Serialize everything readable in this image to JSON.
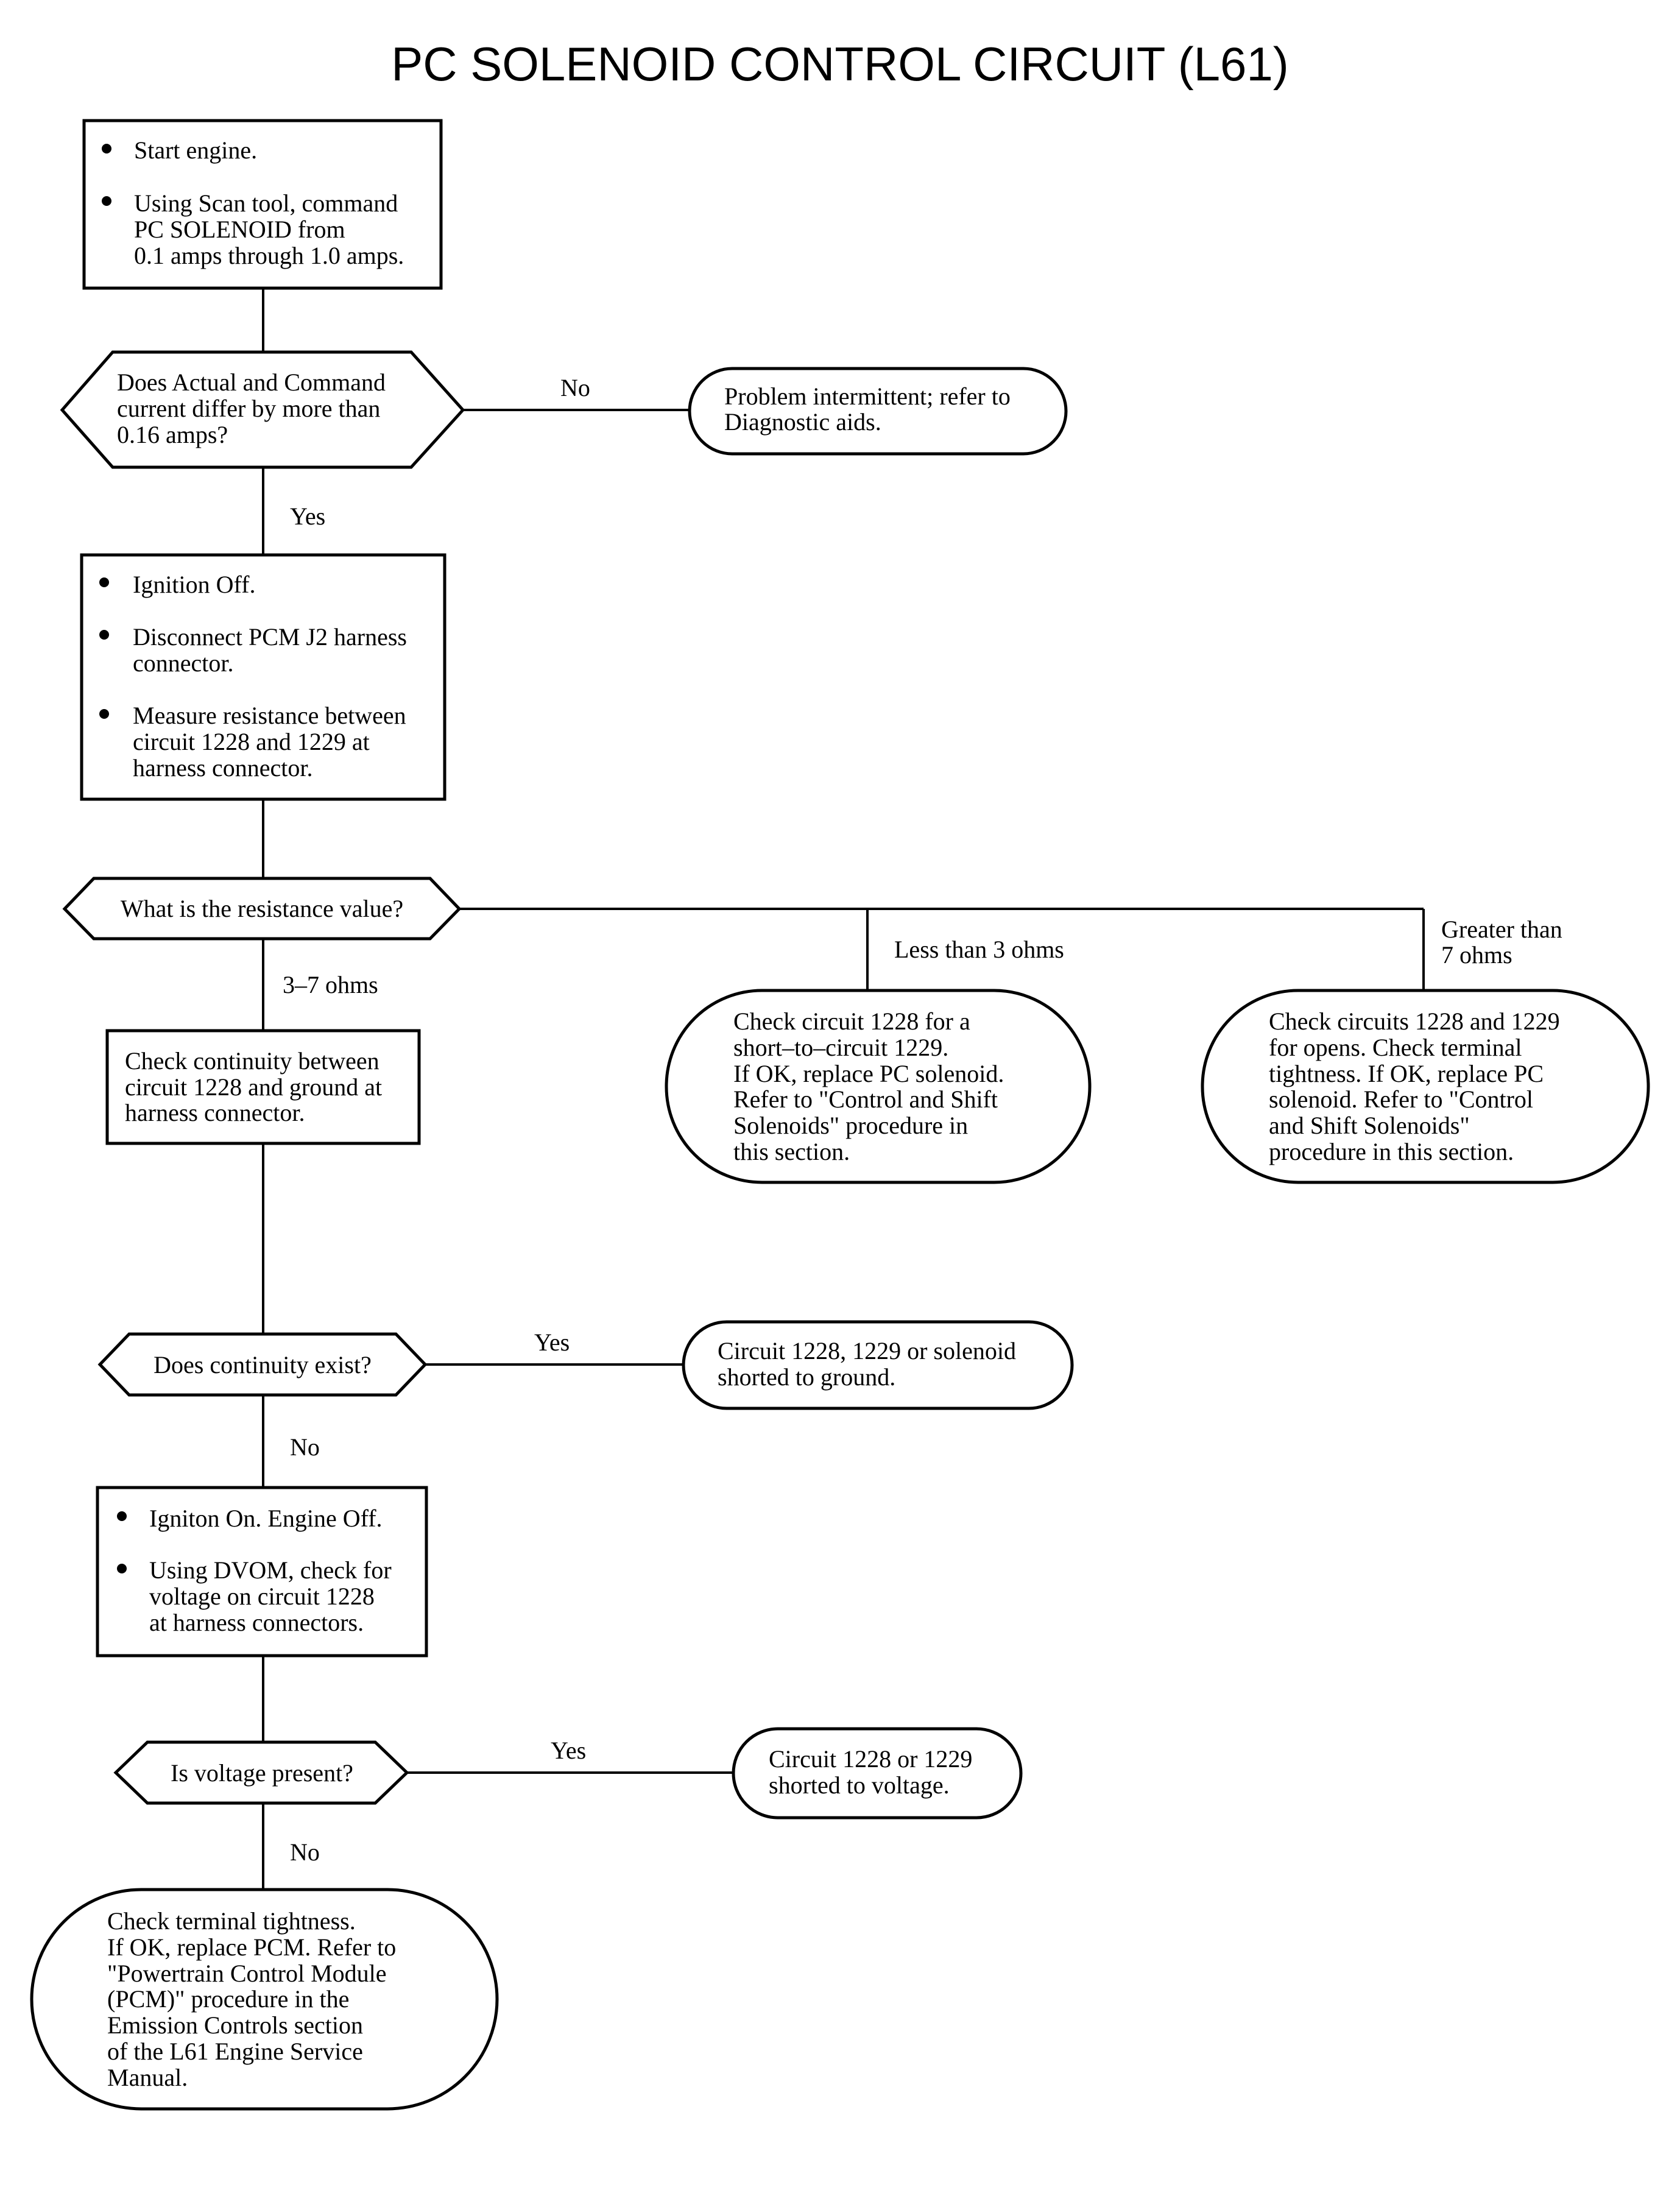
{
  "title": "PC SOLENOID CONTROL CIRCUIT (L61)",
  "steps": {
    "start_box": {
      "bullets": [
        [
          "Start engine."
        ],
        [
          "Using Scan tool, command",
          "PC SOLENOID from",
          "0.1 amps through 1.0 amps."
        ]
      ]
    },
    "decision_current": [
      "Does Actual and Command",
      "current differ by more than",
      "0.16 amps?"
    ],
    "intermittent": [
      "Problem intermittent; refer to",
      "Diagnostic aids."
    ],
    "ignition_box": {
      "bullets": [
        [
          "Ignition Off."
        ],
        [
          "Disconnect PCM J2 harness",
          "connector."
        ],
        [
          "Measure resistance between",
          "circuit 1228 and 1229 at",
          "harness connector."
        ]
      ]
    },
    "decision_resistance": [
      "What is the resistance value?"
    ],
    "continuity_box": [
      "Check continuity between",
      "circuit 1228 and ground at",
      "harness connector."
    ],
    "short_result": [
      "Check circuit 1228 for a",
      "short–to–circuit 1229.",
      "If OK, replace PC solenoid.",
      "Refer to \"Control and Shift",
      "Solenoids\" procedure in",
      "this section."
    ],
    "open_result": [
      "Check circuits 1228 and 1229",
      "for opens. Check terminal",
      "tightness. If OK, replace PC",
      "solenoid. Refer to \"Control",
      "and Shift Solenoids\"",
      "procedure in this section."
    ],
    "decision_continuity": [
      "Does continuity exist?"
    ],
    "ground_result": [
      "Circuit 1228, 1229 or solenoid",
      "shorted to ground."
    ],
    "voltage_box": {
      "bullets": [
        [
          "Igniton On. Engine Off."
        ],
        [
          "Using DVOM, check for",
          "voltage on circuit 1228",
          "at harness connectors."
        ]
      ]
    },
    "decision_voltage": [
      "Is voltage present?"
    ],
    "voltage_result": [
      "Circuit 1228 or 1229",
      "shorted to voltage."
    ],
    "final_result": [
      "Check terminal tightness.",
      "If OK, replace PCM. Refer to",
      "\"Powertrain Control Module",
      "(PCM)\" procedure in the",
      "Emission Controls section",
      "of the L61 Engine Service",
      "Manual."
    ]
  },
  "labels": {
    "no_1": "No",
    "yes_1": "Yes",
    "range_3_7": "3–7 ohms",
    "less_than_3": "Less than 3 ohms",
    "greater_than_7": [
      "Greater than",
      "7 ohms"
    ],
    "yes_2": "Yes",
    "no_2": "No",
    "yes_3": "Yes",
    "no_3": "No"
  }
}
